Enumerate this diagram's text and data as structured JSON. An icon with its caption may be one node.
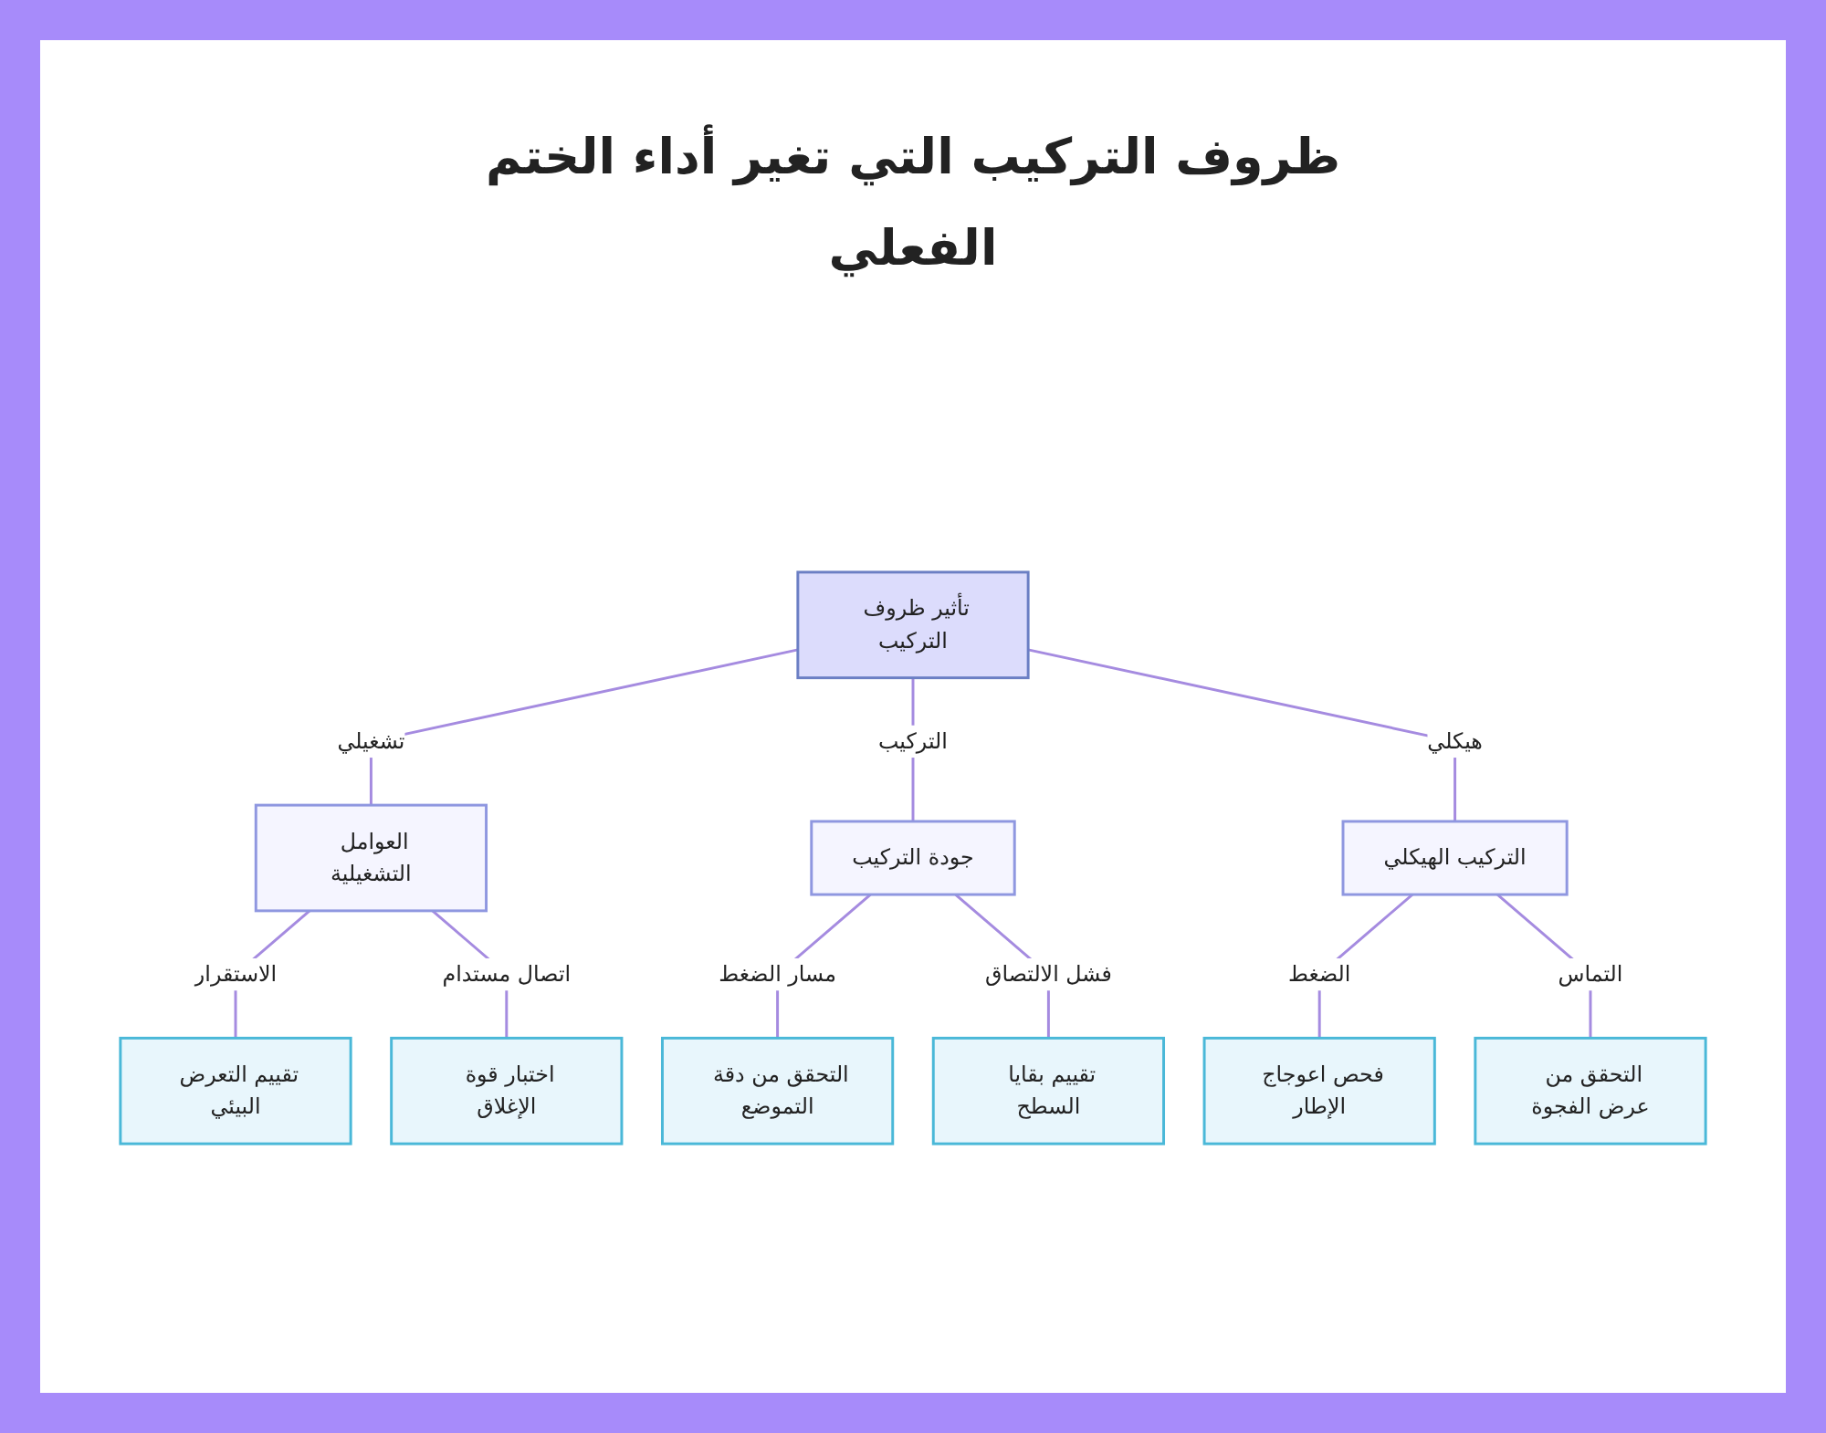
{
  "diagram": {
    "title": "ظروف التركيب التي تغير أداء الختم الفعلي",
    "nodes": [
      {
        "text": [
          "تأثير ظروف التركيب"
        ]
      },
      {
        "text": [
          "العوامل التشغيلية"
        ]
      },
      {
        "text": [
          "جودة التركيب"
        ]
      },
      {
        "text": [
          "التركيب الهيكلي"
        ]
      },
      {
        "text": [
          "تقييم التعرض البيئي"
        ]
      },
      {
        "text": [
          "اختبار قوة الإغلاق"
        ]
      },
      {
        "text": [
          "التحقق من دقة التموضع"
        ]
      },
      {
        "text": [
          "تقييم بقايا السطح"
        ]
      },
      {
        "text": [
          "فحص اعوجاج الإطار"
        ]
      },
      {
        "text": [
          "التحقق من عرض الفجوة"
        ]
      }
    ],
    "edges": [
      {
        "from": 0,
        "to": 1,
        "arrow": "none",
        "label": "تشغيلي"
      },
      {
        "from": 0,
        "to": 2,
        "arrow": "none",
        "label": "التركيب"
      },
      {
        "from": 0,
        "to": 3,
        "arrow": "none",
        "label": "هيكلي"
      },
      {
        "from": 1,
        "to": 4,
        "arrow": "none",
        "label": "الاستقرار"
      },
      {
        "from": 1,
        "to": 5,
        "arrow": "none",
        "label": "اتصال مستدام"
      },
      {
        "from": 2,
        "to": 6,
        "arrow": "none",
        "label": "مسار الضغط"
      },
      {
        "from": 2,
        "to": 7,
        "arrow": "none",
        "label": "فشل الالتصاق"
      },
      {
        "from": 3,
        "to": 8,
        "arrow": "none",
        "label": "الضغط"
      },
      {
        "from": 3,
        "to": 9,
        "arrow": "none",
        "label": "التماس"
      }
    ]
  }
}
